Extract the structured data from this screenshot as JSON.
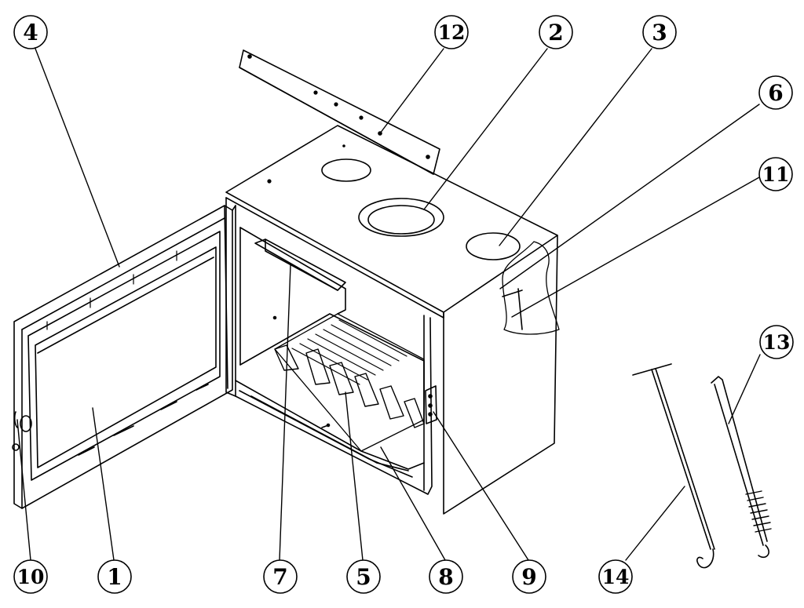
{
  "diagram": {
    "callouts": [
      {
        "id": "4",
        "label": "4"
      },
      {
        "id": "12",
        "label": "12"
      },
      {
        "id": "2",
        "label": "2"
      },
      {
        "id": "3",
        "label": "3"
      },
      {
        "id": "6",
        "label": "6"
      },
      {
        "id": "11",
        "label": "11"
      },
      {
        "id": "13",
        "label": "13"
      },
      {
        "id": "10",
        "label": "10"
      },
      {
        "id": "1",
        "label": "1"
      },
      {
        "id": "7",
        "label": "7"
      },
      {
        "id": "5",
        "label": "5"
      },
      {
        "id": "8",
        "label": "8"
      },
      {
        "id": "9",
        "label": "9"
      },
      {
        "id": "14",
        "label": "14"
      }
    ]
  },
  "colors": {
    "line": "#000000",
    "background": "#ffffff"
  }
}
